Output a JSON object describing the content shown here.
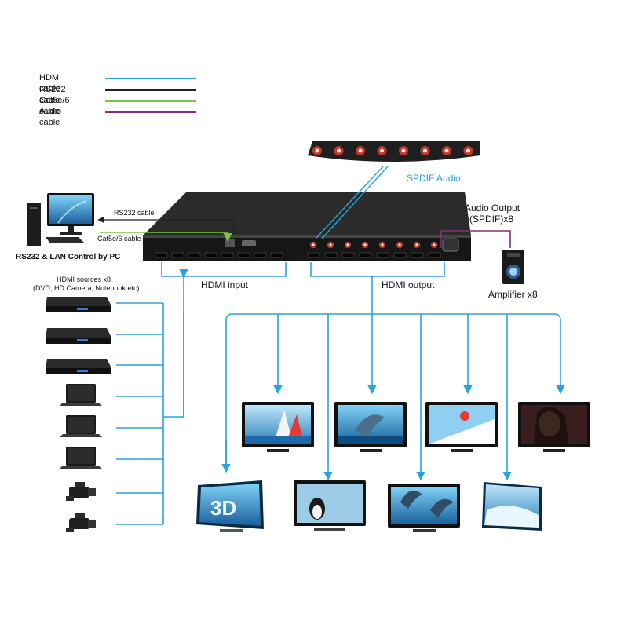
{
  "legend": [
    {
      "label": "HDMI cable",
      "color": "#29a3dc"
    },
    {
      "label": "RS232 cable",
      "color": "#222222"
    },
    {
      "label": "Cat5e/6 cable",
      "color": "#7bc242"
    },
    {
      "label": "Audio cable",
      "color": "#8b2a7a"
    }
  ],
  "labels": {
    "spdif_audio": "SPDIF Audio",
    "audio_output_line1": "Audio Output",
    "audio_output_line2": "(SPDIF)x8",
    "rs232_cable": "RS232 cable",
    "cat_cable": "Cat5e/6 cable",
    "pc_control": "RS232 & LAN Control by PC",
    "hdmi_sources_line1": "HDMI sources x8",
    "hdmi_sources_line2": "(DVD, HD Camera, Notebook etc)",
    "hdmi_input": "HDMI input",
    "hdmi_output": "HDMI output",
    "amplifier": "Amplifier x8"
  },
  "icons": {
    "pc": "desktop-computer-icon",
    "matrix": "hdmi-matrix-switcher-icon",
    "spdif_panel": "spdif-audio-panel-icon",
    "amplifier": "amplifier-icon",
    "dvd": "dvd-player-icon",
    "notebook": "notebook-icon",
    "camera": "hd-camera-icon",
    "tv": "tv-display-icon"
  },
  "sources": [
    "dvd",
    "dvd",
    "dvd",
    "notebook",
    "notebook",
    "notebook",
    "camera",
    "camera"
  ],
  "colors": {
    "hdmi": "#29a3dc",
    "rs232": "#222222",
    "cat": "#7bc242",
    "audio": "#8b2a7a",
    "spdif_text": "#29a3dc",
    "device_body": "#1f1f1f",
    "port_red": "#c0392b"
  }
}
